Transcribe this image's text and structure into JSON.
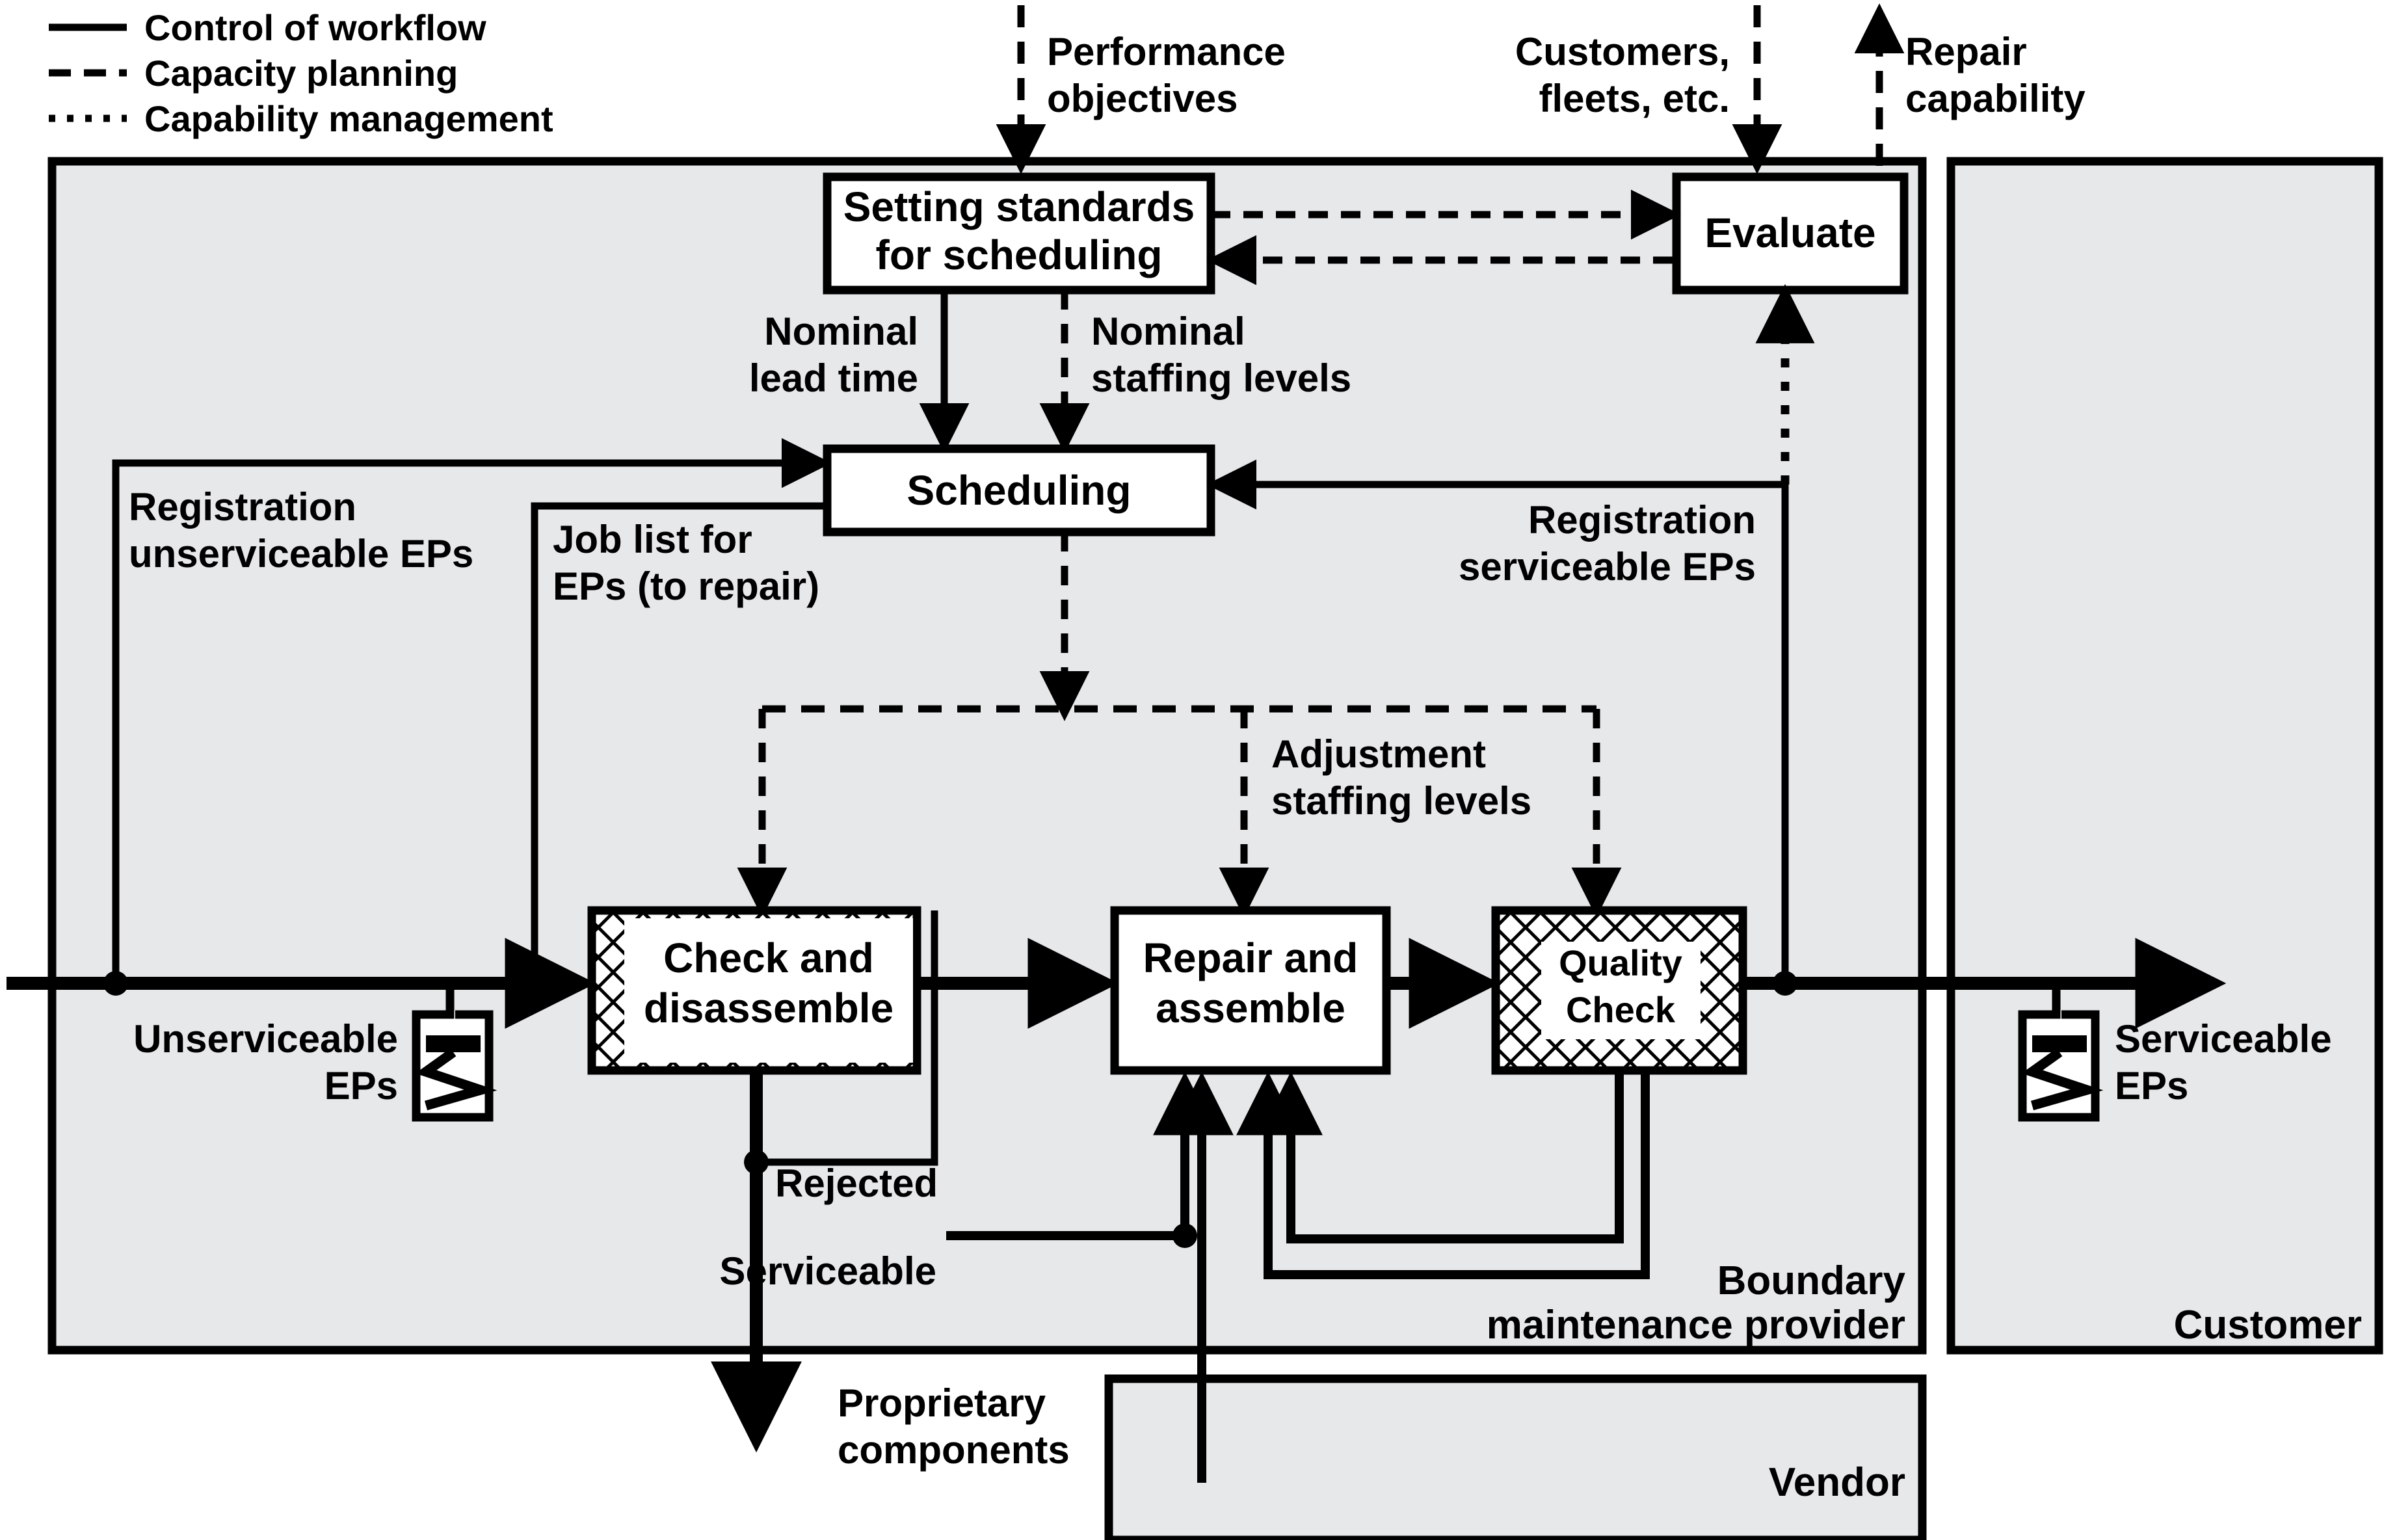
{
  "legend": {
    "items": [
      {
        "style": "solid",
        "label": "Control of workflow"
      },
      {
        "style": "dashed",
        "label": "Capacity planning"
      },
      {
        "style": "dotted",
        "label": "Capability management"
      }
    ]
  },
  "zones": [
    {
      "id": "provider",
      "label_line1": "Boundary",
      "label_line2": "maintenance provider"
    },
    {
      "id": "customer",
      "label_line1": "Customer",
      "label_line2": ""
    },
    {
      "id": "vendor",
      "label_line1": "Vendor",
      "label_line2": ""
    }
  ],
  "boxes": [
    {
      "id": "setting-standards",
      "line1": "Setting standards",
      "line2": "for scheduling",
      "fill": "white",
      "hatch": "none"
    },
    {
      "id": "evaluate",
      "line1": "Evaluate",
      "line2": "",
      "fill": "white",
      "hatch": "none"
    },
    {
      "id": "scheduling",
      "line1": "Scheduling",
      "line2": "",
      "fill": "white",
      "hatch": "none"
    },
    {
      "id": "check-disassemble",
      "line1": "Check and",
      "line2": "disassemble",
      "fill": "white",
      "hatch": "partial"
    },
    {
      "id": "repair-assemble",
      "line1": "Repair and",
      "line2": "assemble",
      "fill": "white",
      "hatch": "none"
    },
    {
      "id": "quality-check",
      "line1": "Quality",
      "line2": "Check",
      "fill": "white",
      "hatch": "full"
    }
  ],
  "external_inputs": [
    {
      "id": "performance-objectives",
      "line1": "Performance",
      "line2": "objectives",
      "style": "dashed",
      "direction": "down"
    },
    {
      "id": "customers-fleets",
      "line1": "Customers,",
      "line2": "fleets, etc.",
      "style": "dashed",
      "direction": "down"
    },
    {
      "id": "repair-capability",
      "line1": "Repair",
      "line2": "capability",
      "style": "dashed",
      "direction": "up"
    }
  ],
  "flow_labels": [
    {
      "id": "nominal-lead-time",
      "line1": "Nominal",
      "line2": "lead time"
    },
    {
      "id": "nominal-staffing-levels",
      "line1": "Nominal",
      "line2": "staffing levels"
    },
    {
      "id": "registration-unserviceable",
      "line1": "Registration",
      "line2": "unserviceable EPs"
    },
    {
      "id": "job-list",
      "line1": "Job list for",
      "line2": "EPs (to repair)"
    },
    {
      "id": "registration-serviceable",
      "line1": "Registration",
      "line2": "serviceable EPs"
    },
    {
      "id": "adjustment-staffing",
      "line1": "Adjustment",
      "line2": "staffing levels"
    },
    {
      "id": "rejected",
      "line1": "Rejected",
      "line2": ""
    },
    {
      "id": "serviceable",
      "line1": "Serviceable",
      "line2": ""
    },
    {
      "id": "proprietary-components",
      "line1": "Proprietary",
      "line2": "components"
    }
  ],
  "buffers": [
    {
      "id": "unserviceable-eps",
      "line1": "Unserviceable",
      "line2": "EPs",
      "side": "left"
    },
    {
      "id": "serviceable-eps",
      "line1": "Serviceable",
      "line2": "EPs",
      "side": "right"
    }
  ],
  "colors": {
    "zone_fill": "#e6e8ea",
    "box_fill": "#ffffff",
    "stroke": "#000000",
    "page_bg": "#ffffff"
  }
}
